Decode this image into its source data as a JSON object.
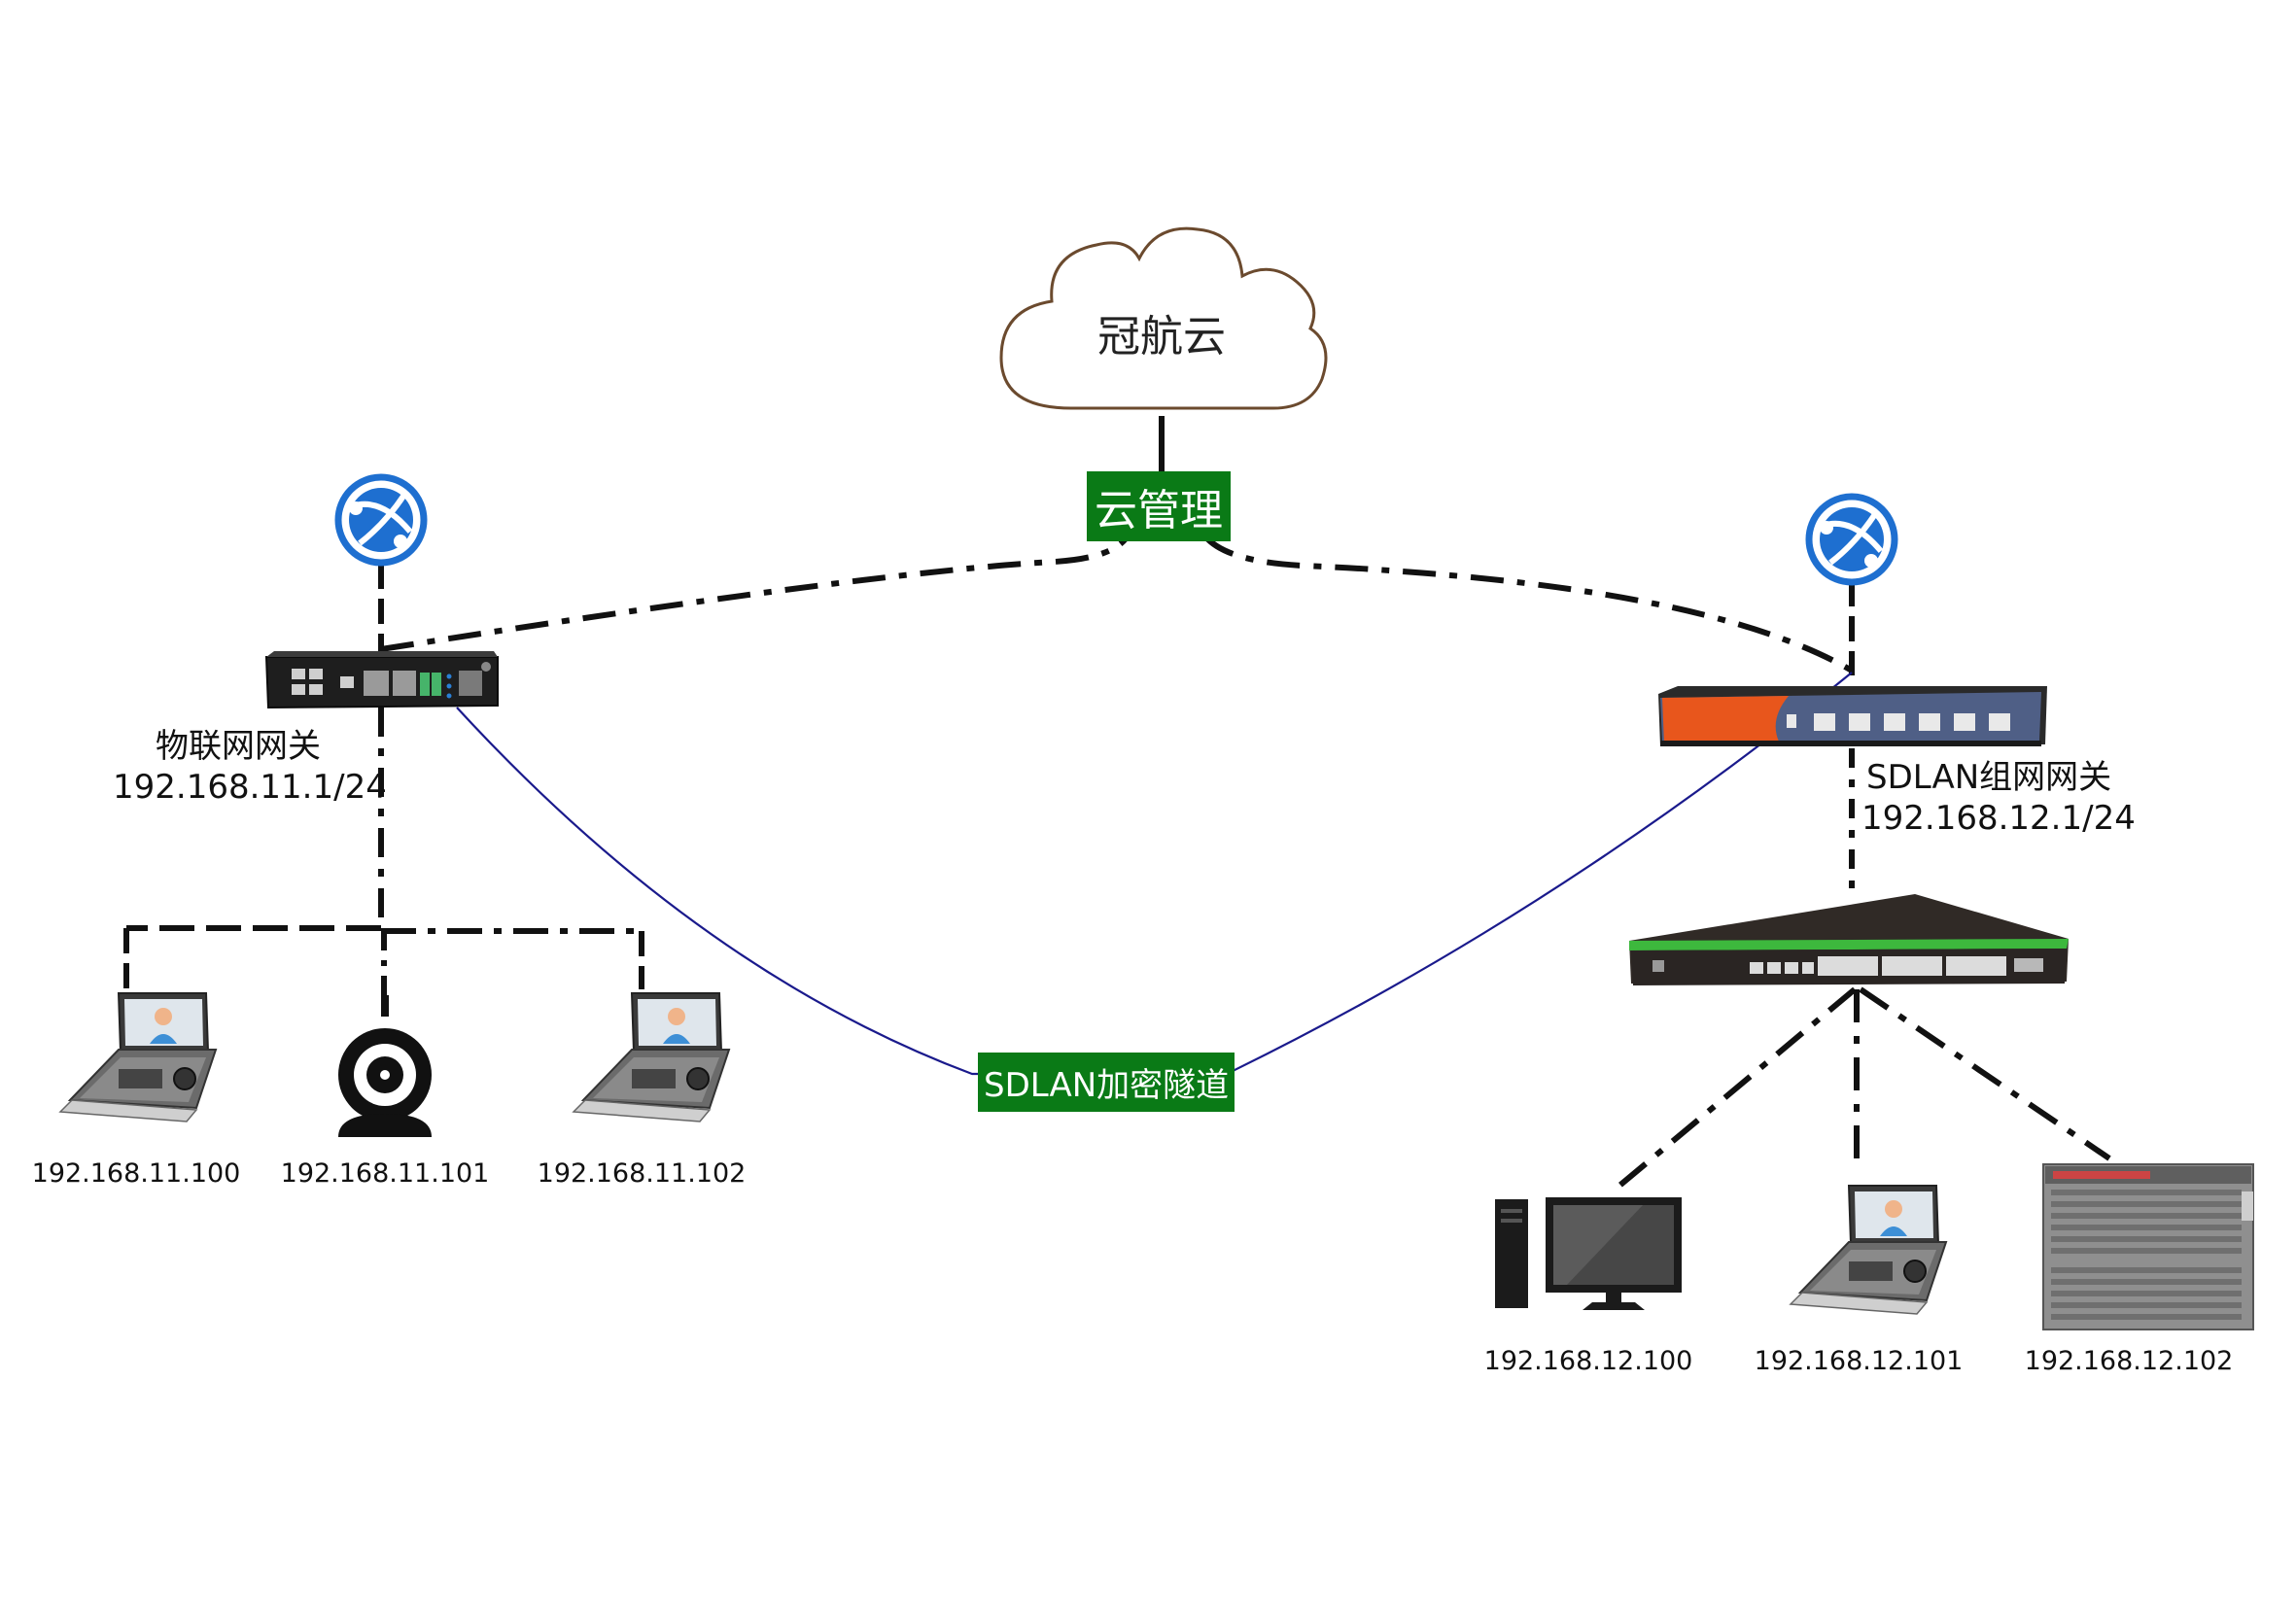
{
  "cloud": {
    "label": "冠航云"
  },
  "links": {
    "cloud_management_label": "云管理",
    "sdlan_tunnel_label": "SDLAN加密隧道"
  },
  "gateway_left": {
    "name": "物联网网关",
    "ip": "192.168.11.1/24"
  },
  "gateway_right": {
    "name": "SDLAN组网网关",
    "ip": "192.168.12.1/24"
  },
  "left_devices": [
    {
      "type": "video-phone",
      "ip": "192.168.11.100"
    },
    {
      "type": "webcam",
      "ip": "192.168.11.101"
    },
    {
      "type": "video-phone",
      "ip": "192.168.11.102"
    }
  ],
  "right_devices": [
    {
      "type": "desktop-pc",
      "ip": "192.168.12.100"
    },
    {
      "type": "video-phone",
      "ip": "192.168.12.101"
    },
    {
      "type": "rack-server",
      "ip": "192.168.12.102"
    }
  ],
  "colors": {
    "tag_background": "#0a7a16",
    "tunnel_line": "#1a1a8c",
    "internet_icon": "#1e6fd0",
    "router_accent": "#e8561c",
    "switch_accent": "#3db83d"
  },
  "icons": [
    "internet-icon",
    "cloud-icon",
    "router-icon",
    "switch-icon"
  ]
}
